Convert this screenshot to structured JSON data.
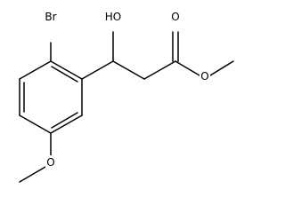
{
  "molecule": {
    "labels": {
      "bromine": "Br",
      "hydroxyl": "HO",
      "carbonyl_oxygen": "O",
      "ester_oxygen": "O",
      "methoxy_oxygen": "O"
    }
  }
}
